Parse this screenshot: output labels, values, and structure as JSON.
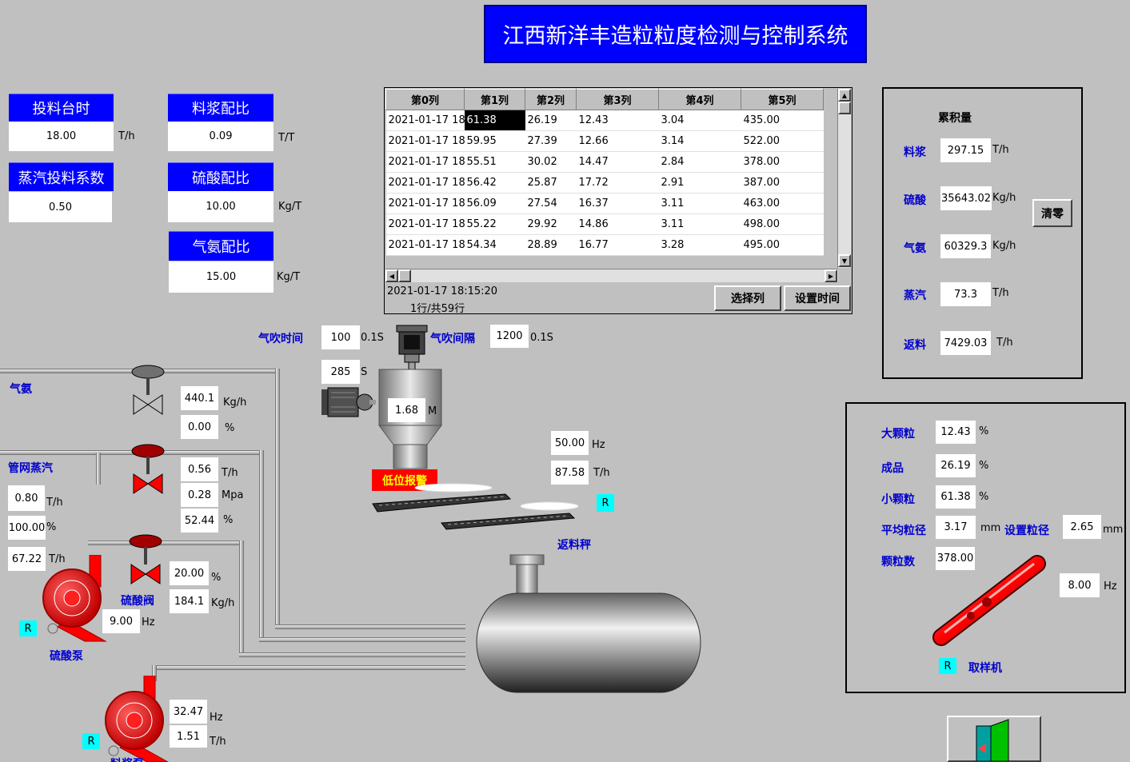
{
  "title": "江西新洋丰造粒粒度检测与控制系统",
  "params": {
    "feed_rate": {
      "label": "投料台时",
      "value": "18.00",
      "unit": "T/h"
    },
    "slurry_ratio": {
      "label": "料浆配比",
      "value": "0.09",
      "unit": "T/T"
    },
    "steam_coef": {
      "label": "蒸汽投料系数",
      "value": "0.50"
    },
    "acid_ratio": {
      "label": "硫酸配比",
      "value": "10.00",
      "unit": "Kg/T"
    },
    "ammonia_ratio": {
      "label": "气氨配比",
      "value": "15.00",
      "unit": "Kg/T"
    }
  },
  "grid": {
    "headers": [
      "第0列",
      "第1列",
      "第2列",
      "第3列",
      "第4列",
      "第5列"
    ],
    "rows": [
      [
        "2021-01-17 18:",
        "61.38",
        "26.19",
        "12.43",
        "3.04",
        "435.00"
      ],
      [
        "2021-01-17 18:",
        "59.95",
        "27.39",
        "12.66",
        "3.14",
        "522.00"
      ],
      [
        "2021-01-17 18:",
        "55.51",
        "30.02",
        "14.47",
        "2.84",
        "378.00"
      ],
      [
        "2021-01-17 18:",
        "56.42",
        "25.87",
        "17.72",
        "2.91",
        "387.00"
      ],
      [
        "2021-01-17 18:",
        "56.09",
        "27.54",
        "16.37",
        "3.11",
        "463.00"
      ],
      [
        "2021-01-17 18:",
        "55.22",
        "29.92",
        "14.86",
        "3.11",
        "498.00"
      ],
      [
        "2021-01-17 18:",
        "54.34",
        "28.89",
        "16.77",
        "3.28",
        "495.00"
      ]
    ],
    "status_time": "2021-01-17 18:15:20",
    "status_rows": "1行/共59行",
    "btn_select_col": "选择列",
    "btn_set_time": "设置时间"
  },
  "accum": {
    "title": "累积量",
    "slurry": {
      "label": "料浆",
      "value": "297.15",
      "unit": "T/h"
    },
    "acid": {
      "label": "硫酸",
      "value": "35643.02",
      "unit": "Kg/h"
    },
    "ammonia": {
      "label": "气氨",
      "value": "60329.3",
      "unit": "Kg/h"
    },
    "steam": {
      "label": "蒸汽",
      "value": "73.3",
      "unit": "T/h"
    },
    "return": {
      "label": "返料",
      "value": "7429.03",
      "unit": "T/h"
    },
    "clear_btn": "清零"
  },
  "size": {
    "large": {
      "label": "大颗粒",
      "value": "12.43",
      "unit": "%"
    },
    "product": {
      "label": "成品",
      "value": "26.19",
      "unit": "%"
    },
    "small": {
      "label": "小颗粒",
      "value": "61.38",
      "unit": "%"
    },
    "avg": {
      "label": "平均粒径",
      "value": "3.17",
      "unit": "mm"
    },
    "setpoint": {
      "label": "设置粒径",
      "value": "2.65",
      "unit": "mm"
    },
    "count": {
      "label": "颗粒数",
      "value": "378.00"
    },
    "sampler_hz": {
      "value": "8.00",
      "unit": "Hz"
    },
    "sampler_label": "取样机"
  },
  "blow": {
    "time_label": "气吹时间",
    "time_value": "100",
    "time_unit": "0.1S",
    "interval_label": "气吹间隔",
    "interval_value": "1200",
    "interval_unit": "0.1S",
    "countdown": "285",
    "countdown_unit": "S"
  },
  "hopper": {
    "level": "1.68",
    "level_unit": "M",
    "alarm": "低位报警"
  },
  "belt": {
    "freq": "50.00",
    "freq_unit": "Hz",
    "flow": "87.58",
    "flow_unit": "T/h",
    "label": "返料秤"
  },
  "ammonia_line": {
    "label": "气氨",
    "flow": "440.1",
    "flow_unit": "Kg/h",
    "open": "0.00",
    "open_unit": "%"
  },
  "steam_line": {
    "label": "管网蒸汽",
    "flow": "0.56",
    "flow_unit": "T/h",
    "pressure": "0.28",
    "pressure_unit": "Mpa",
    "open": "52.44",
    "open_unit": "%",
    "left_val1": "0.80",
    "left_unit1": "T/h",
    "left_val2": "100.00",
    "left_unit2": "%"
  },
  "acid_line": {
    "valve_label": "硫酸阀",
    "open": "20.00",
    "open_unit": "%",
    "flow": "184.1",
    "flow_unit": "Kg/h",
    "pump_label": "硫酸泵",
    "pump_flow": "67.22",
    "pump_flow_unit": "T/h",
    "pump_hz": "9.00",
    "pump_hz_unit": "Hz"
  },
  "pump2": {
    "hz": "32.47",
    "hz_unit": "Hz",
    "flow": "1.51",
    "flow_unit": "T/h",
    "label": "料浆泵"
  },
  "r_label": "R",
  "colors": {
    "title_bg": "#0000ff",
    "alarm_bg": "#ff0000",
    "alarm_text": "#ffff00",
    "pump_red": "#ff0000",
    "badge": "#00ffff"
  }
}
